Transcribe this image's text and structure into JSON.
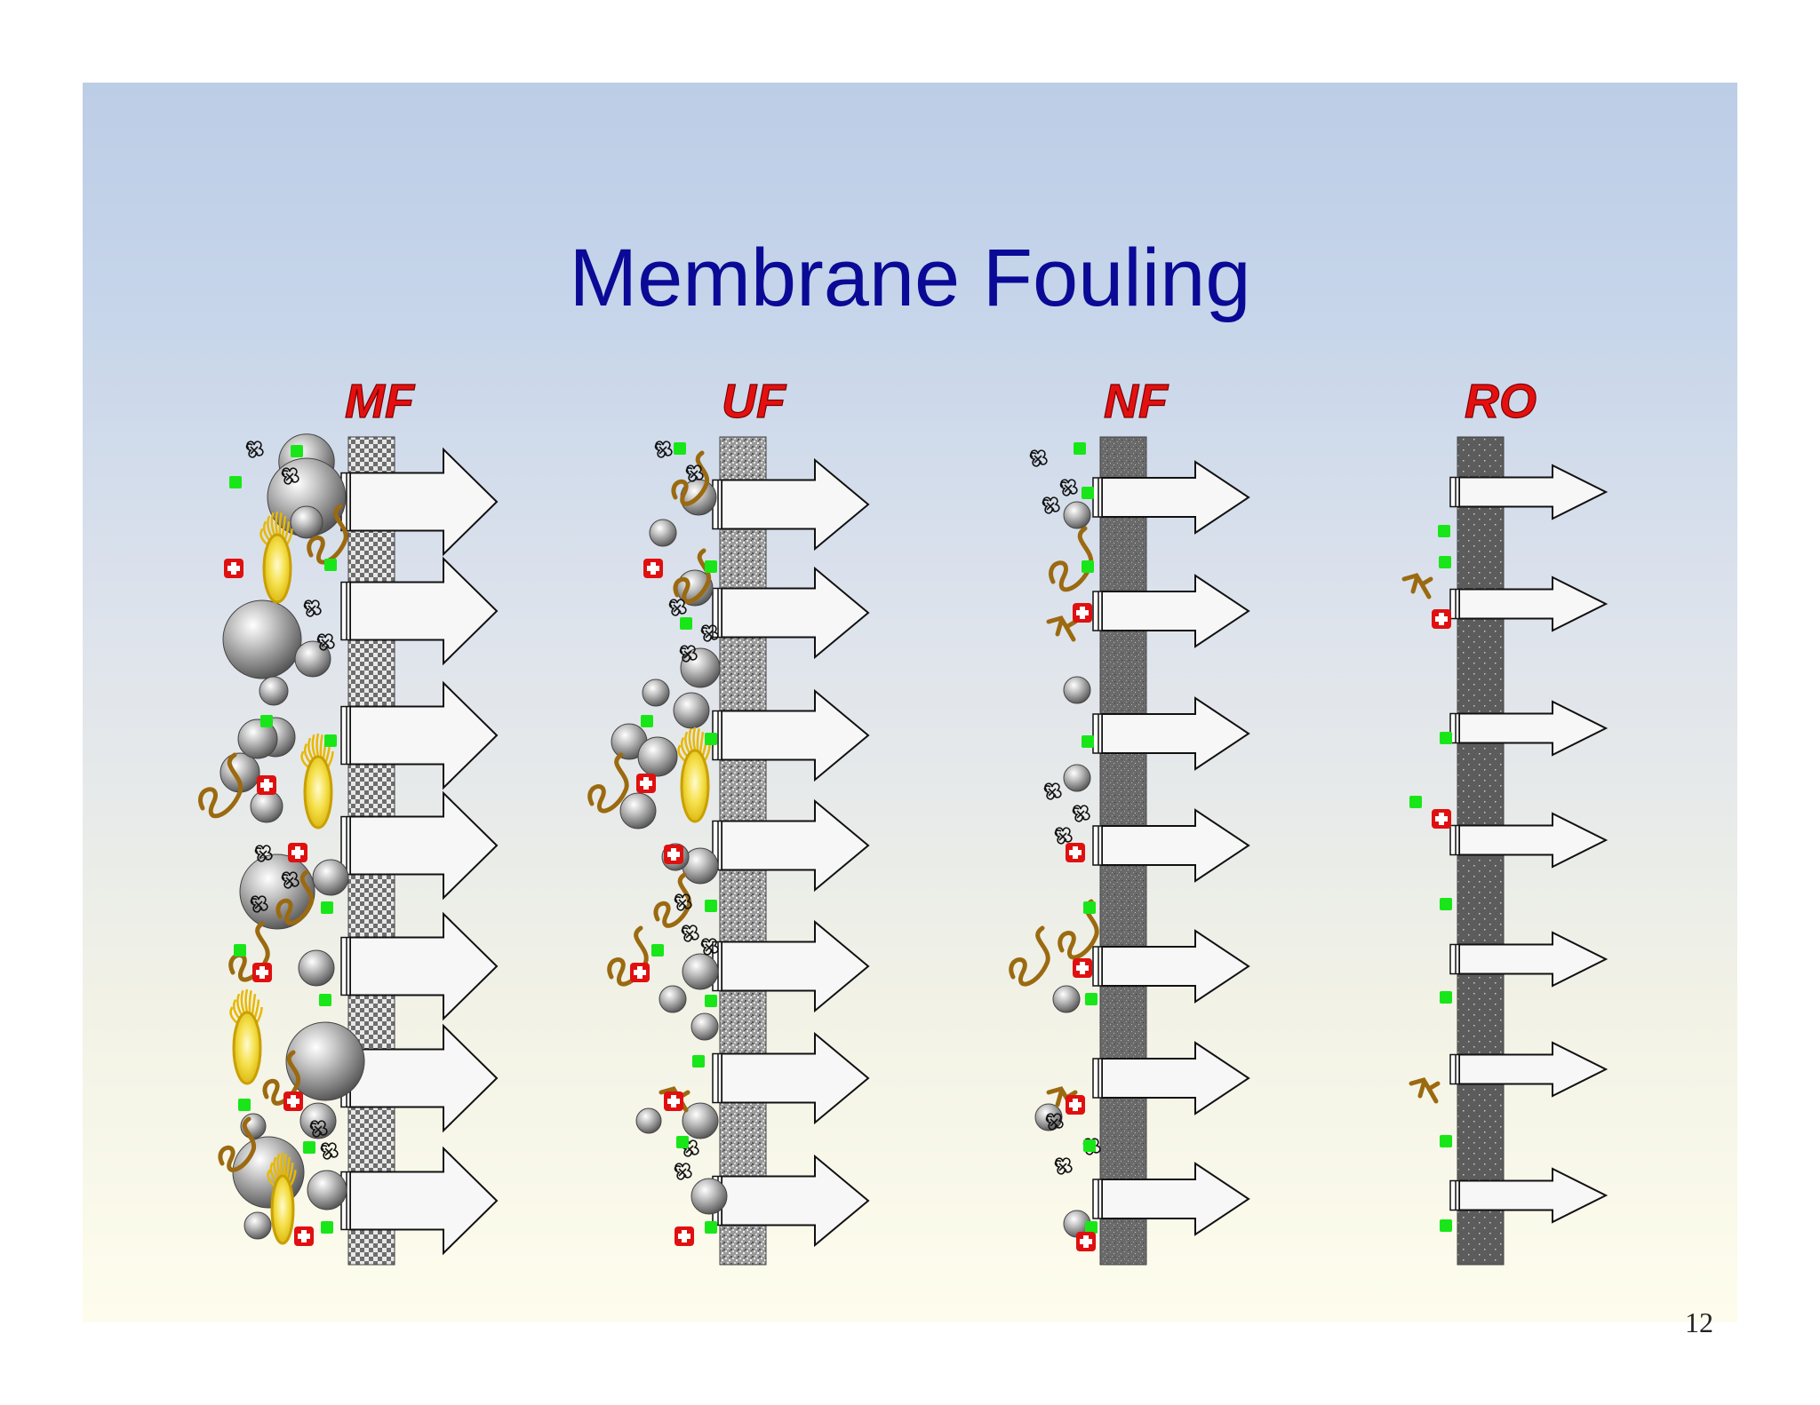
{
  "slide": {
    "title": "Membrane Fouling",
    "page_number": "12"
  },
  "columns": [
    {
      "id": "mf",
      "label": "MF",
      "membrane_pattern": "checker"
    },
    {
      "id": "uf",
      "label": "UF",
      "membrane_pattern": "speckle-fine"
    },
    {
      "id": "nf",
      "label": "NF",
      "membrane_pattern": "speckle-dark"
    },
    {
      "id": "ro",
      "label": "RO",
      "membrane_pattern": "dots-dark"
    }
  ],
  "colors": {
    "title": "#0a0a96",
    "label": "#e41010",
    "green_ion": "#19e619",
    "red_ion": "#e01010",
    "organic_strand": "#9b6a10",
    "bacteria": "#f2d21a",
    "arrow_fill": "#f7f7f7"
  },
  "legend_icons": [
    "particle-sphere-icon",
    "bacteria-icon",
    "organic-strand-icon",
    "virus-icon",
    "green-ion-icon",
    "red-ion-icon",
    "permeate-arrow-icon"
  ]
}
